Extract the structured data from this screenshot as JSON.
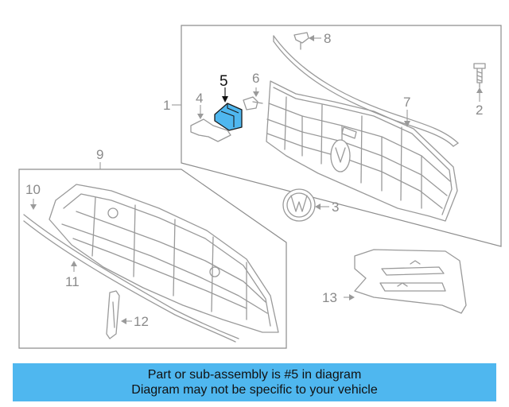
{
  "callouts": {
    "c1": "1",
    "c2": "2",
    "c3": "3",
    "c4": "4",
    "c5": "5",
    "c6": "6",
    "c7": "7",
    "c8": "8",
    "c9": "9",
    "c10": "10",
    "c11": "11",
    "c12": "12",
    "c13": "13"
  },
  "highlight": {
    "part": "5",
    "color": "#4fb7ef"
  },
  "banner": {
    "line1": "Part or sub-assembly is #5 in diagram",
    "line2": "Diagram may not be specific to your vehicle",
    "background": "#4fb7ef"
  }
}
